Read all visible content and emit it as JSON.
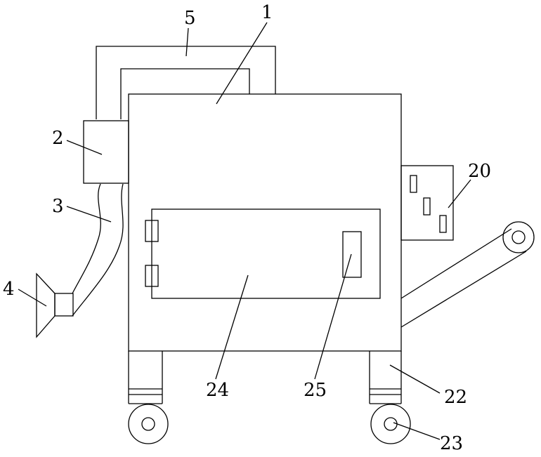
{
  "labels": {
    "l1": "1",
    "l2": "2",
    "l3": "3",
    "l4": "4",
    "l5": "5",
    "l20": "20",
    "l22": "22",
    "l23": "23",
    "l24": "24",
    "l25": "25"
  }
}
